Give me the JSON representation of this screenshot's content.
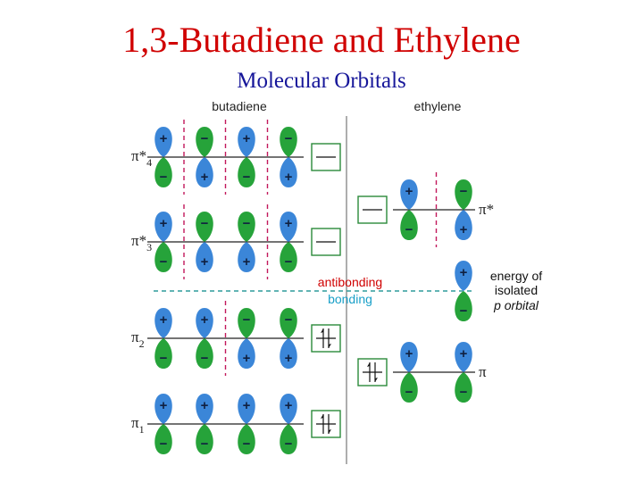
{
  "title": "1,3-Butadiene and Ethylene",
  "subtitle": "Molecular Orbitals",
  "headers": {
    "butadiene": "butadiene",
    "ethylene": "ethylene"
  },
  "boundary": {
    "antibonding": "antibonding",
    "bonding": "bonding"
  },
  "colors": {
    "lobe_blue": "#3b86d8",
    "lobe_green": "#26a33a",
    "red": "#d00000",
    "navy": "#17179a",
    "node_line": "#c2185b",
    "divider": "#2e9b9b",
    "bonding_text": "#1aa0c8",
    "box_border": "#2a8a3a"
  },
  "energy_label": [
    "energy of",
    "isolated",
    "p orbital"
  ],
  "butadiene_mos": [
    {
      "label": "π*",
      "sub": "4",
      "electrons": 0,
      "occupancy": "empty",
      "phases": [
        1,
        -1,
        1,
        -1
      ],
      "nodes": 3
    },
    {
      "label": "π*",
      "sub": "3",
      "electrons": 0,
      "occupancy": "empty",
      "phases": [
        1,
        -1,
        -1,
        1
      ],
      "nodes": 2
    },
    {
      "label": "π",
      "sub": "2",
      "electrons": 2,
      "occupancy": "paired",
      "phases": [
        1,
        1,
        -1,
        -1
      ],
      "nodes": 1
    },
    {
      "label": "π",
      "sub": "1",
      "electrons": 2,
      "occupancy": "paired",
      "phases": [
        1,
        1,
        1,
        1
      ],
      "nodes": 0
    }
  ],
  "ethylene_mos": [
    {
      "label": "π*",
      "electrons": 0,
      "occupancy": "empty",
      "phases": [
        1,
        -1
      ],
      "nodes": 1
    },
    {
      "label": "π",
      "electrons": 2,
      "occupancy": "paired",
      "phases": [
        1,
        1
      ],
      "nodes": 0
    }
  ],
  "isolated_p": {
    "phases": [
      1
    ]
  },
  "signs": {
    "plus": "+",
    "minus": "−"
  }
}
